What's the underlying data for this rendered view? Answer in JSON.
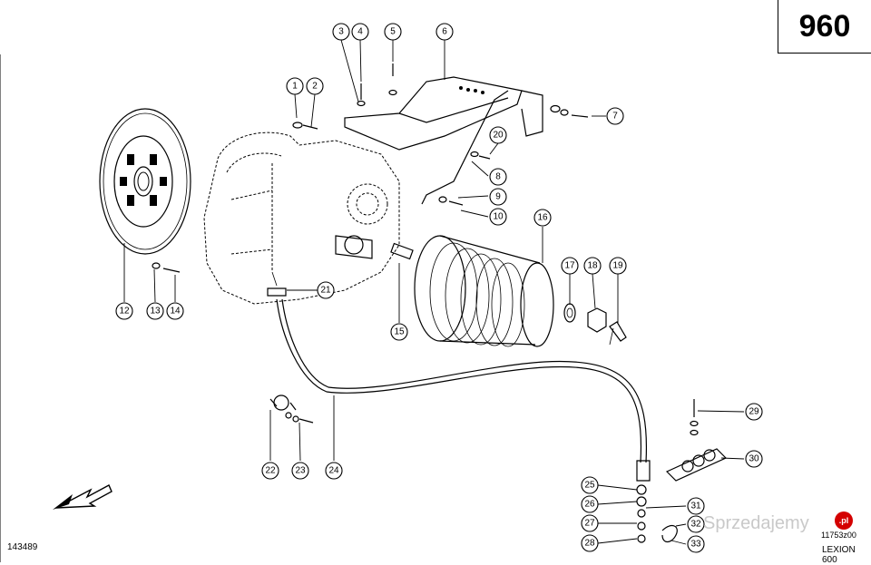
{
  "sheet": {
    "page_number": "960",
    "drawing_number": "143489",
    "figure_ref": "11753z00",
    "model": "LEXION 600"
  },
  "watermark": {
    "text": "Sprzedajemy",
    "badge": ".pl"
  },
  "callouts": [
    {
      "label": "1"
    },
    {
      "label": "2"
    },
    {
      "label": "3"
    },
    {
      "label": "4"
    },
    {
      "label": "5"
    },
    {
      "label": "6"
    },
    {
      "label": "7"
    },
    {
      "label": "8"
    },
    {
      "label": "9"
    },
    {
      "label": "10"
    },
    {
      "label": "12"
    },
    {
      "label": "13"
    },
    {
      "label": "14"
    },
    {
      "label": "15"
    },
    {
      "label": "16"
    },
    {
      "label": "17"
    },
    {
      "label": "18"
    },
    {
      "label": "19"
    },
    {
      "label": "20"
    },
    {
      "label": "21"
    },
    {
      "label": "22"
    },
    {
      "label": "23"
    },
    {
      "label": "24"
    },
    {
      "label": "25"
    },
    {
      "label": "26"
    },
    {
      "label": "27"
    },
    {
      "label": "28"
    },
    {
      "label": "29"
    },
    {
      "label": "30"
    },
    {
      "label": "31"
    },
    {
      "label": "32"
    },
    {
      "label": "33"
    }
  ]
}
